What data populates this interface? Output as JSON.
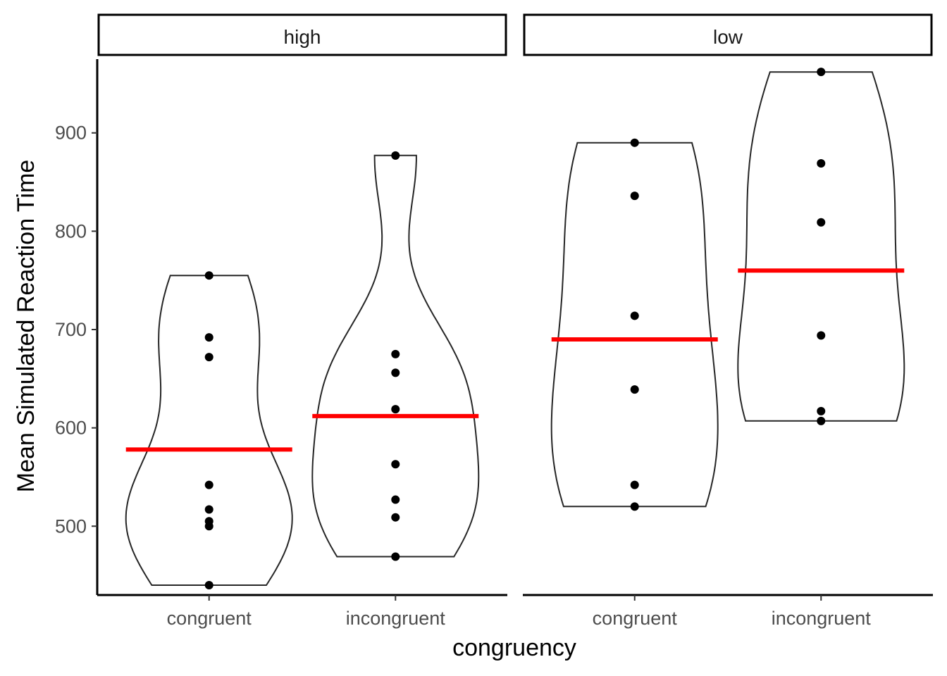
{
  "chart_data": {
    "type": "violin",
    "xlabel": "congruency",
    "ylabel": "Mean Simulated Reaction Time",
    "ylim": [
      430,
      975
    ],
    "yticks": [
      500,
      600,
      700,
      800,
      900
    ],
    "categories": [
      "congruent",
      "incongruent"
    ],
    "colors": {
      "mean_line": "#ff0000",
      "points": "#000000",
      "violin_outline": "#262626"
    },
    "panels": [
      {
        "facet": "high",
        "groups": [
          {
            "category": "congruent",
            "points": [
              440,
              500,
              505,
              517,
              542,
              672,
              692,
              755
            ],
            "mean": 578
          },
          {
            "category": "incongruent",
            "points": [
              469,
              509,
              527,
              563,
              619,
              656,
              675,
              877
            ],
            "mean": 612
          }
        ]
      },
      {
        "facet": "low",
        "groups": [
          {
            "category": "congruent",
            "points": [
              520,
              542,
              639,
              714,
              836,
              890
            ],
            "mean": 690
          },
          {
            "category": "incongruent",
            "points": [
              607,
              617,
              694,
              809,
              869,
              962
            ],
            "mean": 760
          }
        ]
      }
    ]
  }
}
